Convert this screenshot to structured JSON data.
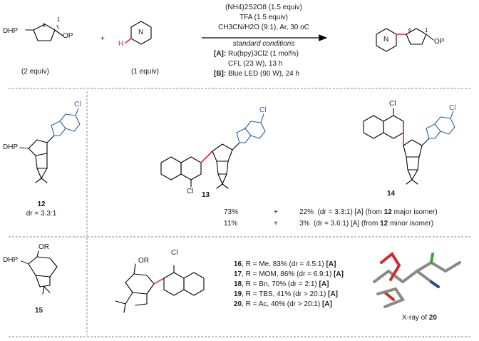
{
  "colors": {
    "heteroarene": "#2a5fa4",
    "new_bond": "#e0262b",
    "divider": "#888888",
    "xray_gray": "#8a8a8a",
    "xray_red": "#d42a2a",
    "xray_blue": "#2b3fa8",
    "xray_green": "#3aa53a"
  },
  "icons": [
    "pyridine-ring-icon",
    "tetrahydrofuran-ring-icon",
    "reaction-arrow-icon",
    "crystal-structure-icon"
  ],
  "scheme": {
    "reactant1": {
      "dhp": "DHP",
      "pos4": "4",
      "pos1": "1",
      "op": "OP",
      "equiv": "(2 equiv)"
    },
    "plus": "+",
    "reactant2": {
      "ring": "N",
      "h": "H",
      "equiv": "(1 equiv)"
    },
    "conditions": {
      "l1": "(NH4)2S2O8 (1.5 equiv)",
      "l2": "TFA (1.5 equiv)",
      "l3": "CH3CN/H2O (9:1), Ar, 30 oC",
      "l4": "standard conditions",
      "l5a": "[A]:",
      "l5b": " Ru(bpy)3Cl2 (1 mol%)",
      "l6": "CFL (23 W), 13 h",
      "l7a": "[B]:",
      "l7b": " Blue LED (90 W), 24 h"
    },
    "product": {
      "ring": "N",
      "pos4": "4",
      "pos1": "1",
      "op": "OP"
    }
  },
  "row1": {
    "sm": {
      "dhp": "DHP",
      "cl": "Cl",
      "label": "12",
      "dr": "dr = 3.3:1"
    },
    "p13": {
      "cl_purine": "Cl",
      "cl_quin": "Cl",
      "label": "13"
    },
    "p14": {
      "cl_purine": "Cl",
      "cl_quin": "Cl",
      "label": "14"
    },
    "results": [
      {
        "y13": "73%",
        "plus": "+",
        "y14": "22%",
        "pre": "(dr = 3.3:1) [A] (from ",
        "num": "12",
        "post": " major isomer)"
      },
      {
        "y13": "11%",
        "plus": "+",
        "y14": "3%",
        "pre": "(dr = 3.6:1) [A] (from ",
        "num": "12",
        "post": " minor isomer)"
      }
    ]
  },
  "row2": {
    "sm": {
      "dhp": "DHP",
      "or": "OR",
      "label": "15"
    },
    "prod": {
      "or": "OR",
      "cl": "Cl"
    },
    "entries": [
      {
        "n": "16",
        "t": ", R = Me, 83% (dr = 4.5:1) ",
        "c": "[A]"
      },
      {
        "n": "17",
        "t": ", R = MOM, 86% (dr = 6.9:1) ",
        "c": "[A]"
      },
      {
        "n": "18",
        "t": ", R = Bn, 70% (dr = 2:1) ",
        "c": "[A]"
      },
      {
        "n": "19",
        "t": ", R = TBS, 41% (dr > 20:1) ",
        "c": "[A]"
      },
      {
        "n": "20",
        "t": ", R = Ac, 40% (dr > 20:1) ",
        "c": "[A]"
      }
    ],
    "xray": {
      "pre": "X-ray of ",
      "num": "20"
    }
  }
}
